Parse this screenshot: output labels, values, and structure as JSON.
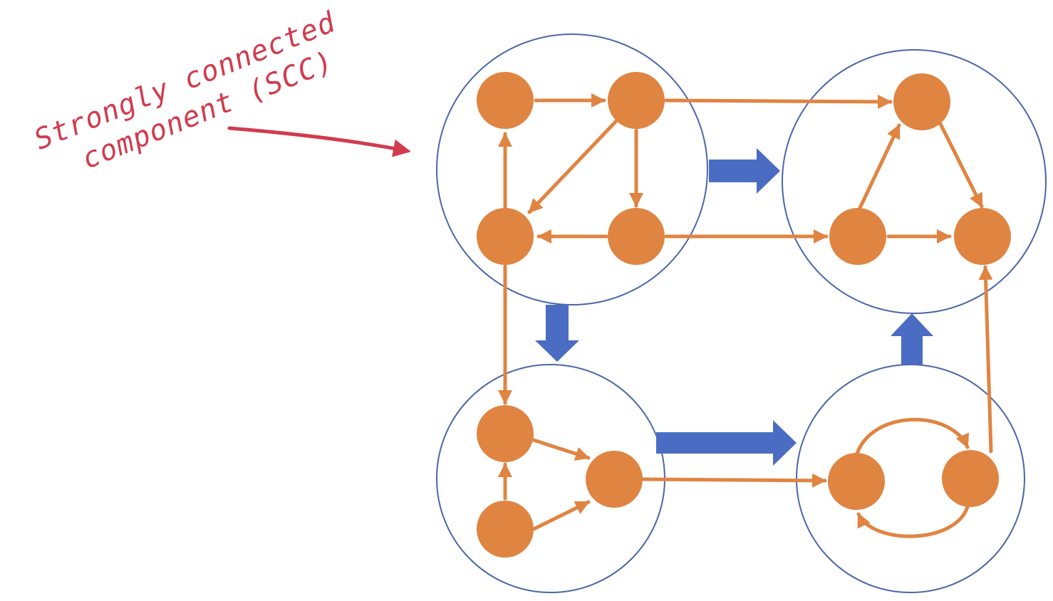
{
  "annotation": {
    "line1": "Strongly connected",
    "line2": "component (SCC)",
    "color": "#d13b4e"
  },
  "colors": {
    "node": "#e08442",
    "edge": "#e08442",
    "component_outline": "#4a66a8",
    "condensation_arrow": "#4a6cc2",
    "background": "#ffffff"
  },
  "components": [
    {
      "id": "scc-top-left",
      "nodes": [
        "a",
        "b",
        "c",
        "d"
      ]
    },
    {
      "id": "scc-top-right",
      "nodes": [
        "e",
        "f",
        "g"
      ]
    },
    {
      "id": "scc-bottom-left",
      "nodes": [
        "h",
        "i",
        "j"
      ]
    },
    {
      "id": "scc-bottom-right",
      "nodes": [
        "k",
        "l"
      ]
    }
  ],
  "edges": [
    {
      "from": "a",
      "to": "b"
    },
    {
      "from": "b",
      "to": "e"
    },
    {
      "from": "b",
      "to": "c"
    },
    {
      "from": "b",
      "to": "d"
    },
    {
      "from": "c",
      "to": "a"
    },
    {
      "from": "d",
      "to": "c"
    },
    {
      "from": "d",
      "to": "f"
    },
    {
      "from": "f",
      "to": "e"
    },
    {
      "from": "e",
      "to": "g"
    },
    {
      "from": "f",
      "to": "g"
    },
    {
      "from": "c",
      "to": "h"
    },
    {
      "from": "h",
      "to": "i"
    },
    {
      "from": "j",
      "to": "h"
    },
    {
      "from": "j",
      "to": "i"
    },
    {
      "from": "i",
      "to": "k"
    },
    {
      "from": "k",
      "to": "l"
    },
    {
      "from": "l",
      "to": "k"
    },
    {
      "from": "l",
      "to": "g"
    }
  ],
  "condensation_edges": [
    {
      "from": "scc-top-left",
      "to": "scc-top-right"
    },
    {
      "from": "scc-top-left",
      "to": "scc-bottom-left"
    },
    {
      "from": "scc-bottom-left",
      "to": "scc-bottom-right"
    },
    {
      "from": "scc-bottom-right",
      "to": "scc-top-right"
    }
  ]
}
